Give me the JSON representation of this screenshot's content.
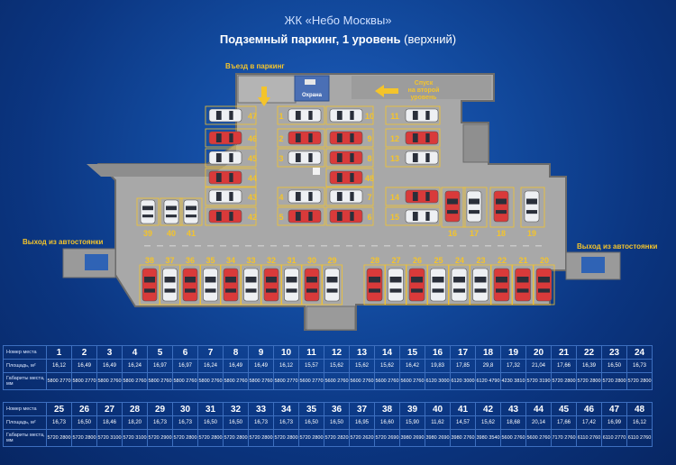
{
  "header": {
    "complex": "ЖК «Небо Москвы»",
    "title": "Подземный паркинг, 1 уровень",
    "subtitle": "(верхний)"
  },
  "labels": {
    "entry": "Въезд в паркинг",
    "guard": "Охрана",
    "descent": [
      "Спуск",
      "на второй",
      "уровень"
    ],
    "exit_left": "Выход из автостоянки",
    "exit_right": "Выход из автостоянки"
  },
  "table_headers": {
    "number": "Номер места",
    "area": "Площадь, м²",
    "dims": [
      "Габариты",
      "места, мм"
    ]
  },
  "colors": {
    "background": "#124a9e",
    "floor": "#a9a9a9",
    "accent_yellow": "#f4c42b",
    "car_red": "#d93a3a",
    "car_white": "#eef0f3"
  },
  "spots": [
    {
      "n": "1",
      "area": "16,12",
      "w": "5800",
      "h": "2770"
    },
    {
      "n": "2",
      "area": "16,49",
      "w": "5800",
      "h": "2770"
    },
    {
      "n": "3",
      "area": "16,49",
      "w": "5800",
      "h": "2760"
    },
    {
      "n": "4",
      "area": "16,24",
      "w": "5800",
      "h": "2760"
    },
    {
      "n": "5",
      "area": "16,97",
      "w": "5800",
      "h": "2760"
    },
    {
      "n": "6",
      "area": "16,97",
      "w": "5800",
      "h": "2760"
    },
    {
      "n": "7",
      "area": "16,24",
      "w": "5800",
      "h": "2760"
    },
    {
      "n": "8",
      "area": "16,49",
      "w": "5800",
      "h": "2760"
    },
    {
      "n": "9",
      "area": "16,49",
      "w": "5800",
      "h": "2760"
    },
    {
      "n": "10",
      "area": "16,12",
      "w": "5800",
      "h": "2770"
    },
    {
      "n": "11",
      "area": "15,57",
      "w": "5600",
      "h": "2770"
    },
    {
      "n": "12",
      "area": "15,62",
      "w": "5600",
      "h": "2760"
    },
    {
      "n": "13",
      "area": "15,62",
      "w": "5600",
      "h": "2760"
    },
    {
      "n": "14",
      "area": "15,62",
      "w": "5600",
      "h": "2760"
    },
    {
      "n": "15",
      "area": "16,42",
      "w": "5600",
      "h": "2760"
    },
    {
      "n": "16",
      "area": "19,83",
      "w": "6120",
      "h": "3000"
    },
    {
      "n": "17",
      "area": "17,85",
      "w": "6120",
      "h": "3000"
    },
    {
      "n": "18",
      "area": "29,8",
      "w": "6120",
      "h": "4790"
    },
    {
      "n": "19",
      "area": "17,32",
      "w": "4230",
      "h": "3810"
    },
    {
      "n": "20",
      "area": "21,04",
      "w": "5720",
      "h": "3190"
    },
    {
      "n": "21",
      "area": "17,66",
      "w": "5720",
      "h": "2800"
    },
    {
      "n": "22",
      "area": "16,39",
      "w": "5720",
      "h": "2800"
    },
    {
      "n": "23",
      "area": "16,50",
      "w": "5720",
      "h": "2800"
    },
    {
      "n": "24",
      "area": "16,73",
      "w": "5720",
      "h": "2800"
    },
    {
      "n": "25",
      "area": "16,73",
      "w": "5720",
      "h": "2800"
    },
    {
      "n": "26",
      "area": "16,50",
      "w": "5720",
      "h": "2800"
    },
    {
      "n": "27",
      "area": "18,46",
      "w": "5720",
      "h": "3100"
    },
    {
      "n": "28",
      "area": "18,20",
      "w": "5720",
      "h": "3100"
    },
    {
      "n": "29",
      "area": "16,73",
      "w": "5720",
      "h": "2900"
    },
    {
      "n": "30",
      "area": "16,73",
      "w": "5720",
      "h": "2800"
    },
    {
      "n": "31",
      "area": "16,50",
      "w": "5720",
      "h": "2800"
    },
    {
      "n": "32",
      "area": "16,50",
      "w": "5720",
      "h": "2800"
    },
    {
      "n": "33",
      "area": "16,73",
      "w": "5720",
      "h": "2800"
    },
    {
      "n": "34",
      "area": "16,73",
      "w": "5720",
      "h": "2800"
    },
    {
      "n": "35",
      "area": "16,50",
      "w": "5720",
      "h": "2800"
    },
    {
      "n": "36",
      "area": "16,50",
      "w": "5720",
      "h": "2820"
    },
    {
      "n": "37",
      "area": "16,95",
      "w": "5720",
      "h": "2620"
    },
    {
      "n": "38",
      "area": "16,60",
      "w": "5720",
      "h": "2690"
    },
    {
      "n": "39",
      "area": "15,90",
      "w": "3980",
      "h": "2690"
    },
    {
      "n": "40",
      "area": "11,62",
      "w": "3980",
      "h": "2690"
    },
    {
      "n": "41",
      "area": "14,57",
      "w": "3980",
      "h": "2760"
    },
    {
      "n": "42",
      "area": "15,62",
      "w": "3980",
      "h": "3540"
    },
    {
      "n": "43",
      "area": "18,68",
      "w": "5600",
      "h": "2760"
    },
    {
      "n": "44",
      "area": "20,14",
      "w": "5600",
      "h": "2760"
    },
    {
      "n": "45",
      "area": "17,66",
      "w": "7170",
      "h": "2760"
    },
    {
      "n": "46",
      "area": "17,42",
      "w": "6110",
      "h": "2760"
    },
    {
      "n": "47",
      "area": "16,99",
      "w": "6110",
      "h": "2770"
    },
    {
      "n": "48",
      "area": "16,12",
      "w": "6110",
      "h": "2760"
    }
  ]
}
